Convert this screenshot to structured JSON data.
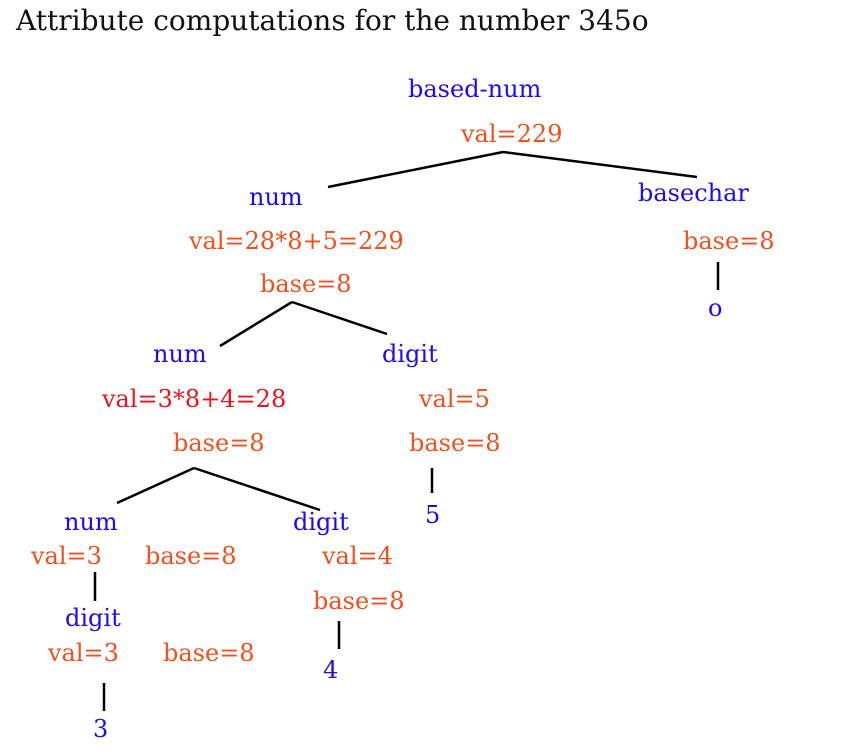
{
  "title": "Attribute computations for the number 345o",
  "colors": {
    "node": "#1a0df0",
    "attribute": "#f0501e",
    "computation": "#e8161c",
    "edge": "#000000"
  },
  "tree": {
    "root": {
      "label": "based-num",
      "val": "val=229"
    },
    "num1": {
      "label": "num",
      "val": "val=28*8+5=229",
      "base": "base=8"
    },
    "basechar": {
      "label": "basechar",
      "base": "base=8",
      "leaf": "o"
    },
    "num2": {
      "label": "num",
      "val": "val=3*8+4=28",
      "base": "base=8"
    },
    "digit5": {
      "label": "digit",
      "val": "val=5",
      "base": "base=8",
      "leaf": "5"
    },
    "num3": {
      "label": "num",
      "val": "val=3",
      "base": "base=8"
    },
    "digit4": {
      "label": "digit",
      "val": "val=4",
      "base": "base=8",
      "leaf": "4"
    },
    "digit3": {
      "label": "digit",
      "val": "val=3",
      "base": "base=8",
      "leaf": "3"
    }
  }
}
